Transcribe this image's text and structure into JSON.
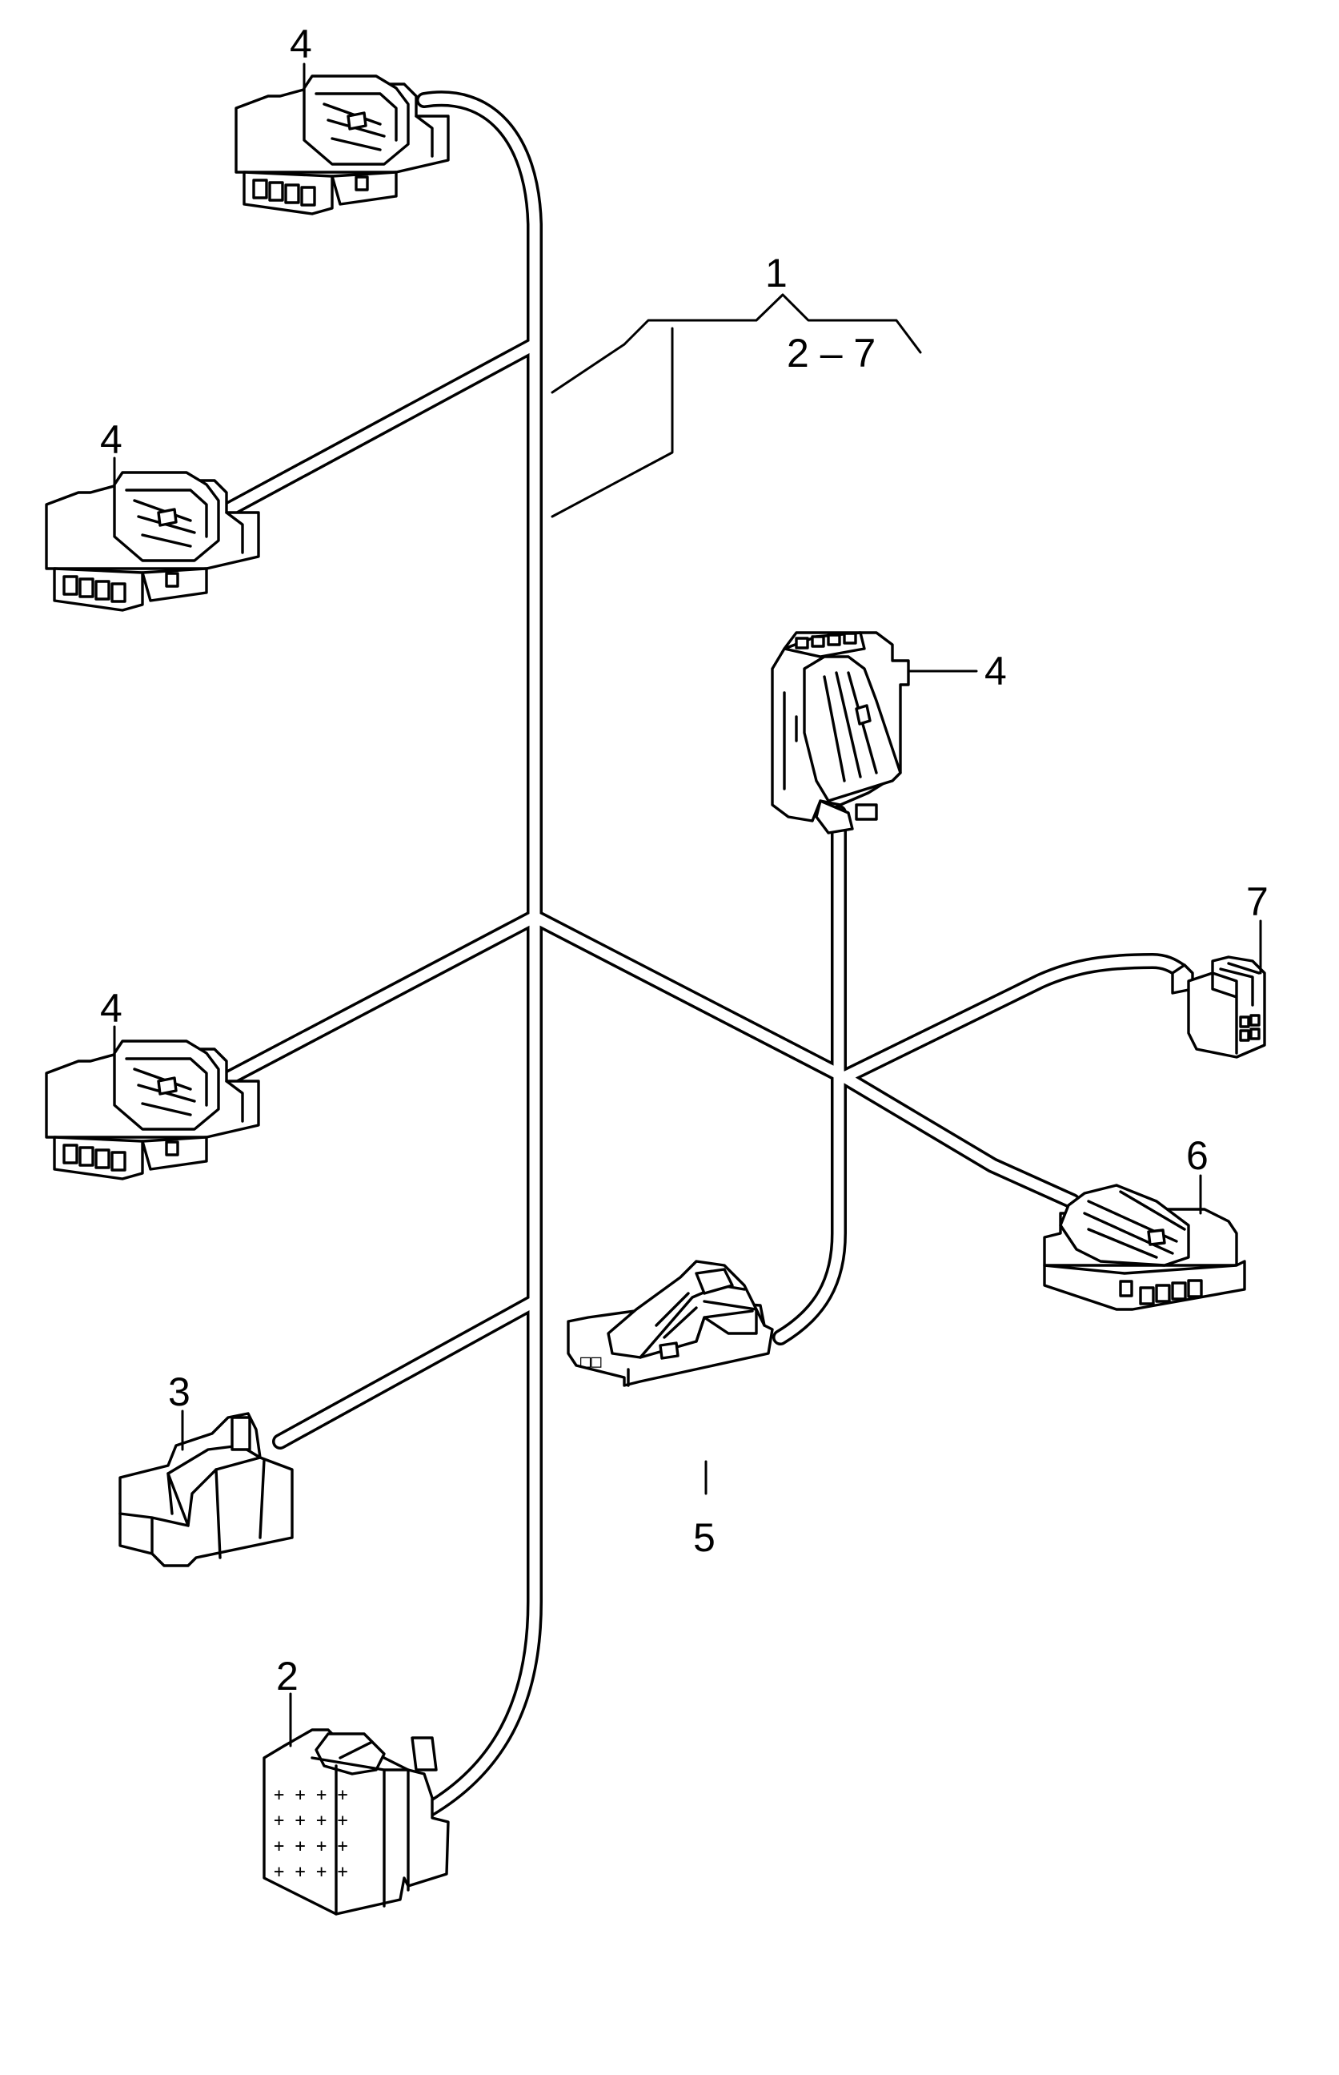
{
  "callouts": {
    "assembly": "1",
    "assembly_range": "2 – 7",
    "connector_top": "4",
    "connector_upper_left": "4",
    "connector_right_upper": "4",
    "connector_middle_left": "4",
    "connector_7": "7",
    "connector_6": "6",
    "connector_3": "3",
    "connector_5": "5",
    "connector_2": "2"
  }
}
